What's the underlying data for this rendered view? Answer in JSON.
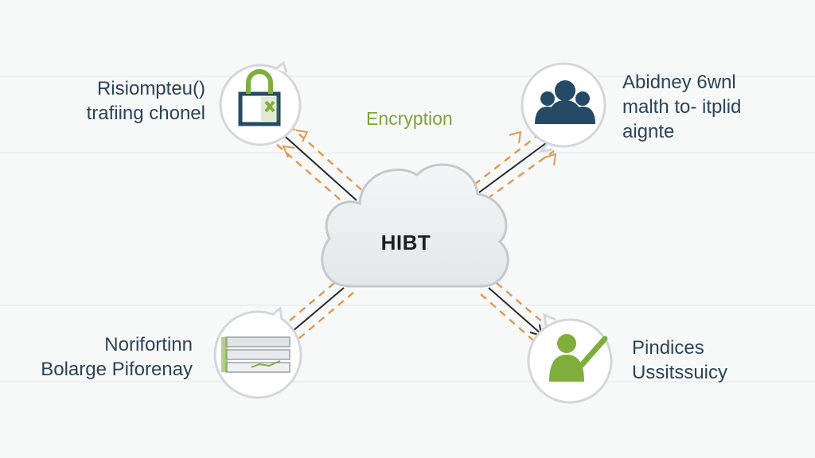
{
  "diagram": {
    "hub": {
      "label": "HIBT"
    },
    "caption": "Encryption",
    "nodes": {
      "top_left": {
        "icon": "padlock-icon",
        "lines": [
          "Risiompteu()",
          "trafiing chonel"
        ]
      },
      "top_right": {
        "icon": "user-group-icon",
        "lines": [
          "Abidney 6wnl",
          "malth to- itplid",
          "aignte"
        ]
      },
      "bottom_left": {
        "icon": "document-stack-icon",
        "lines": [
          "Norifortinn",
          "Bolarge Piforenay"
        ]
      },
      "bottom_right": {
        "icon": "person-check-icon",
        "lines": [
          "Pindices",
          "Ussitssuicy"
        ]
      }
    },
    "colors": {
      "navy": "#244a66",
      "green": "#7fae3c",
      "orange": "#e09a55",
      "line": "#2a2a2a",
      "cloud": "#e9eaec",
      "cloud_stroke": "#c5c8cc",
      "text": "#2b4457"
    }
  }
}
